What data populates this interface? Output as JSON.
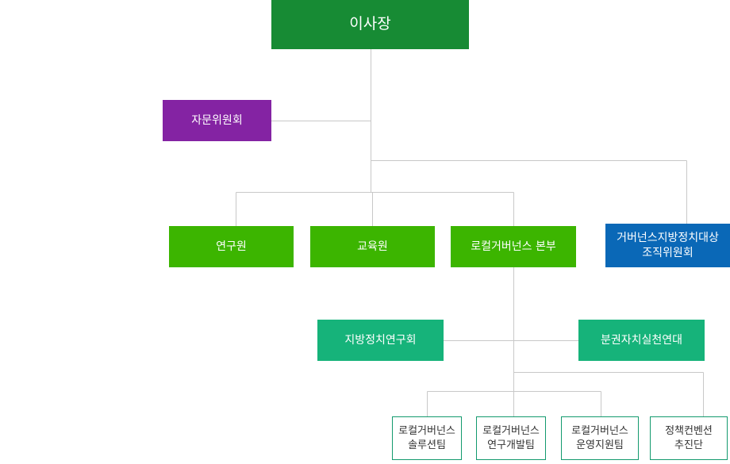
{
  "chairman": {
    "label": "이사장"
  },
  "advisory": {
    "label": "자문위원회"
  },
  "departments": [
    {
      "label": "연구원"
    },
    {
      "label": "교육원"
    },
    {
      "label": "로컬거버넌스 본부"
    }
  ],
  "committee": {
    "line1": "거버넌스지방정치대상",
    "line2": "조직위원회"
  },
  "affiliates": [
    {
      "label": "지방정치연구회"
    },
    {
      "label": "분권자치실천연대"
    }
  ],
  "teams": [
    {
      "line1": "로컬거버넌스",
      "line2": "솔루션팀"
    },
    {
      "line1": "로컬거버넌스",
      "line2": "연구개발팀"
    },
    {
      "line1": "로컬거버넌스",
      "line2": "운영지원팀"
    },
    {
      "line1": "정책컨벤션",
      "line2": "추진단"
    }
  ],
  "colors": {
    "chairman": "#178b34",
    "advisory": "#8423a3",
    "department": "#3cb500",
    "committee": "#0a68b7",
    "affiliate": "#16b37a",
    "team_border": "#139a6e",
    "connector": "#c8c8c8"
  }
}
